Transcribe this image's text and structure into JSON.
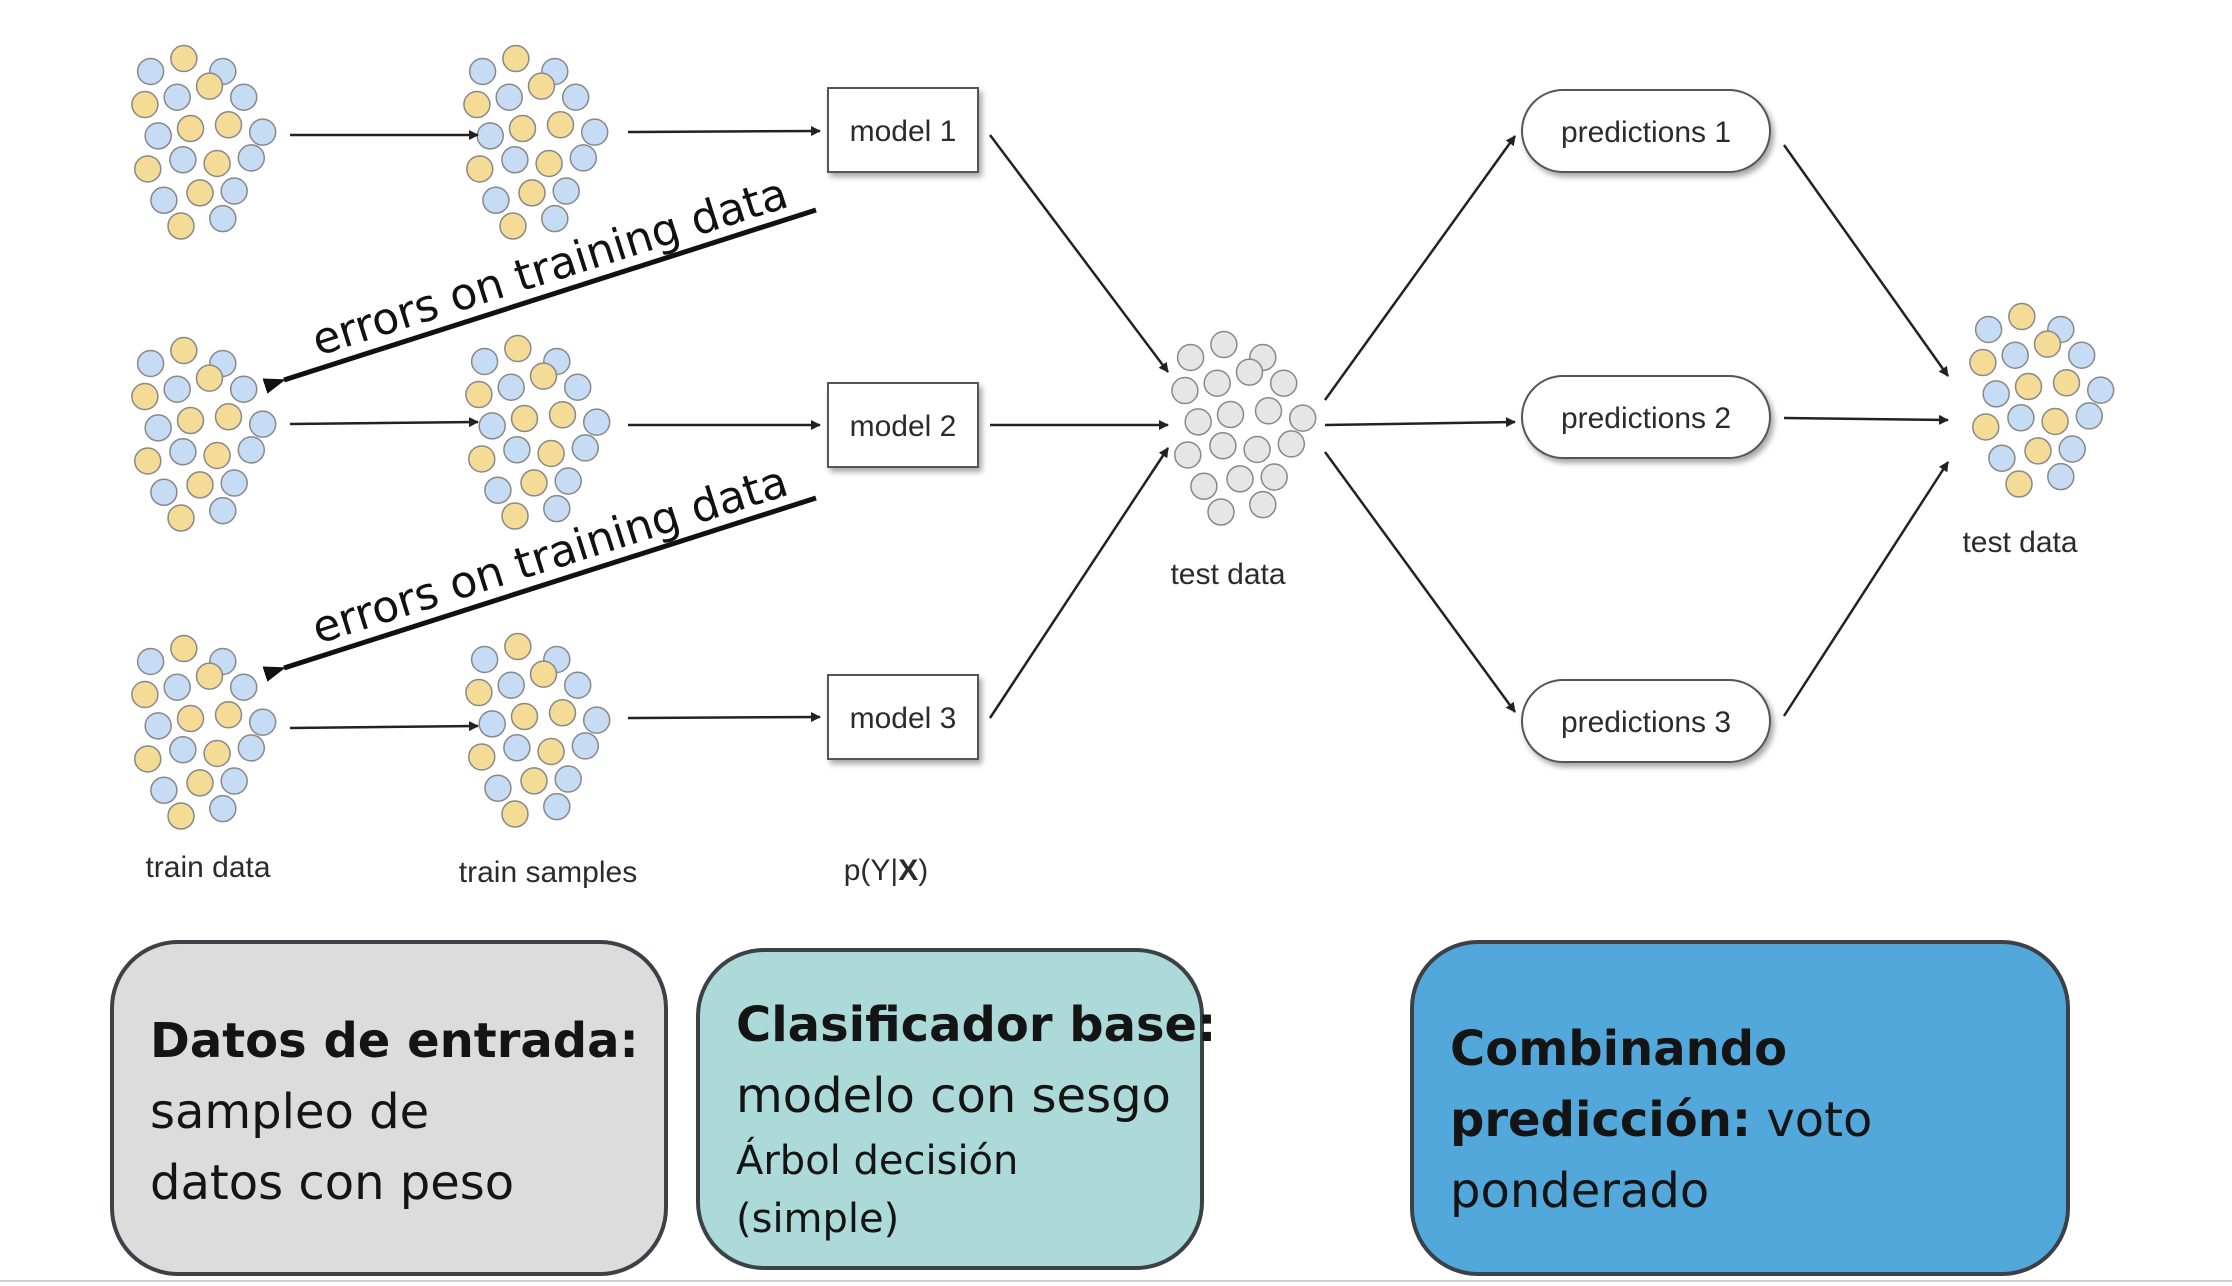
{
  "labels": {
    "train_data": "train data",
    "train_samples": "train samples",
    "pyx_prefix": "p(Y|",
    "pyx_bold": "X",
    "pyx_suffix": ")",
    "test_data_center": "test data",
    "test_data_right": "test data"
  },
  "models": [
    "model 1",
    "model 2",
    "model 3"
  ],
  "predictions": [
    "predictions 1",
    "predictions 2",
    "predictions 3"
  ],
  "errors": [
    "errors on training data",
    "errors on training data"
  ],
  "boxes": {
    "input": {
      "title": "Datos de entrada:",
      "line2": "sampleo de",
      "line3": "datos con peso"
    },
    "base": {
      "title": "Clasificador base:",
      "line2": "modelo con sesgo",
      "line3": "Árbol decisión",
      "line4": "(simple)"
    },
    "combine": {
      "title1": "Combinando",
      "title2": "predicción:",
      "rest2": " voto",
      "line3": "ponderado"
    }
  },
  "colors": {
    "dot_blue": "#c6dcf4",
    "dot_yellow": "#f4dc97",
    "dot_gray": "#e6e6e6",
    "box_gray": "#dcdcdc",
    "box_teal": "#acdad8",
    "box_blue": "#52a8db"
  }
}
